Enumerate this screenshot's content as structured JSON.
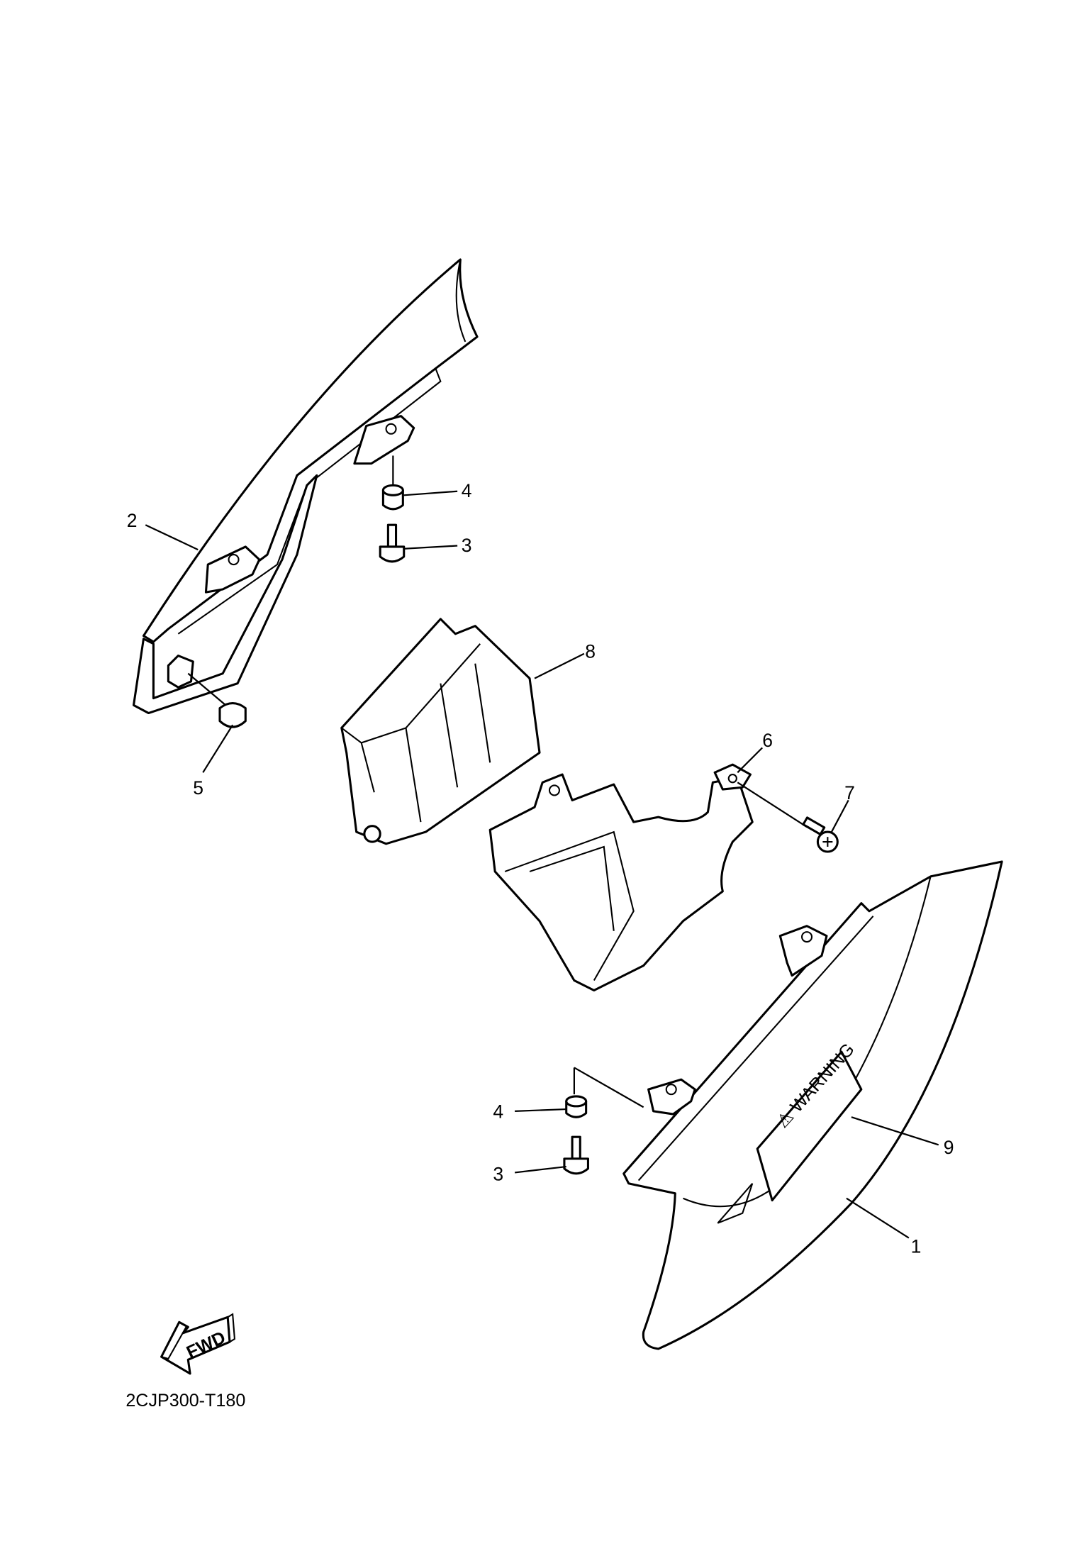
{
  "diagram": {
    "code": "2CJP300-T180",
    "fwd_label": "FWD",
    "warning_label": "⚠ WARNING",
    "callouts": [
      {
        "id": "1",
        "label": "1"
      },
      {
        "id": "2",
        "label": "2"
      },
      {
        "id": "3a",
        "label": "3"
      },
      {
        "id": "3b",
        "label": "3"
      },
      {
        "id": "4a",
        "label": "4"
      },
      {
        "id": "4b",
        "label": "4"
      },
      {
        "id": "5",
        "label": "5"
      },
      {
        "id": "6",
        "label": "6"
      },
      {
        "id": "7",
        "label": "7"
      },
      {
        "id": "8",
        "label": "8"
      },
      {
        "id": "9",
        "label": "9"
      }
    ]
  }
}
